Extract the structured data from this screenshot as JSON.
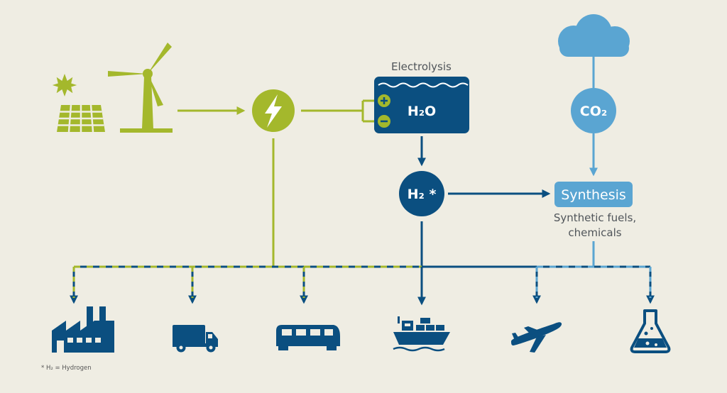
{
  "labels": {
    "electrolysis": "Electrolysis",
    "water": "H₂O",
    "hydrogen": "H₂ *",
    "co2": "CO₂",
    "synthesis": "Synthesis",
    "synthesis_caption": [
      "Synthetic fuels,",
      "chemicals"
    ],
    "footnote": "* H₂ = Hydrogen"
  },
  "icons": {
    "sources": [
      "sun-icon",
      "solar-panel-icon",
      "wind-turbine-icon"
    ],
    "hubs": [
      "electricity-icon",
      "electrolyzer-icon",
      "cloud-icon"
    ],
    "consumers": [
      "factory-icon",
      "truck-icon",
      "train-icon",
      "ship-icon",
      "airplane-icon",
      "flask-icon"
    ]
  },
  "colors": {
    "background": "#efede3",
    "renewable_green": "#a4b82c",
    "hydrogen_blue": "#0b4f80",
    "co2_blue": "#5aa5d2",
    "text_gray": "#50555a"
  }
}
